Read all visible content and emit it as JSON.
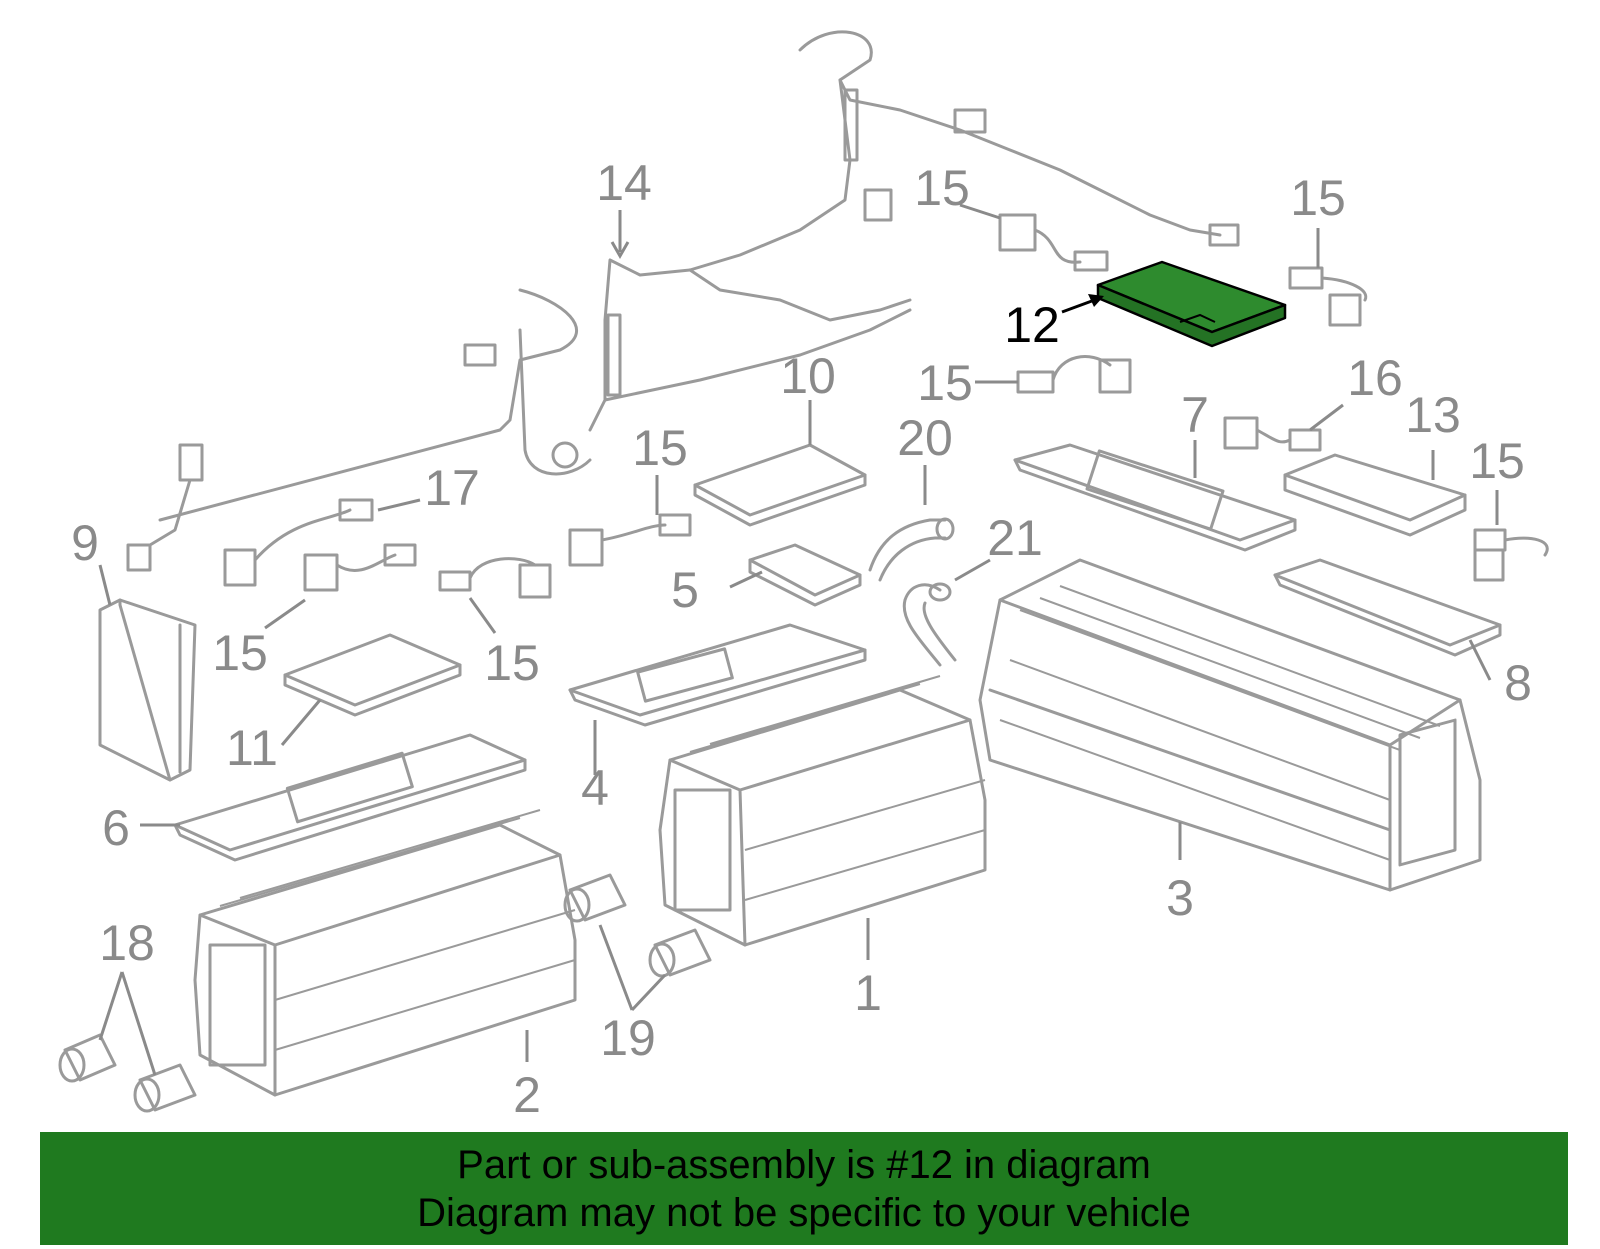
{
  "callouts": [
    {
      "id": "1",
      "label": "1"
    },
    {
      "id": "2",
      "label": "2"
    },
    {
      "id": "3",
      "label": "3"
    },
    {
      "id": "4",
      "label": "4"
    },
    {
      "id": "5",
      "label": "5"
    },
    {
      "id": "6",
      "label": "6"
    },
    {
      "id": "7",
      "label": "7"
    },
    {
      "id": "8",
      "label": "8"
    },
    {
      "id": "9",
      "label": "9"
    },
    {
      "id": "10",
      "label": "10"
    },
    {
      "id": "11",
      "label": "11"
    },
    {
      "id": "12",
      "label": "12"
    },
    {
      "id": "13",
      "label": "13"
    },
    {
      "id": "14",
      "label": "14"
    },
    {
      "id": "15a",
      "label": "15"
    },
    {
      "id": "15b",
      "label": "15"
    },
    {
      "id": "15c",
      "label": "15"
    },
    {
      "id": "15d",
      "label": "15"
    },
    {
      "id": "15e",
      "label": "15"
    },
    {
      "id": "15f",
      "label": "15"
    },
    {
      "id": "15g",
      "label": "15"
    },
    {
      "id": "16",
      "label": "16"
    },
    {
      "id": "17",
      "label": "17"
    },
    {
      "id": "18",
      "label": "18"
    },
    {
      "id": "19",
      "label": "19"
    },
    {
      "id": "20",
      "label": "20"
    },
    {
      "id": "21",
      "label": "21"
    }
  ],
  "highlight": {
    "part": "12",
    "color": "#2e8b2e",
    "stroke": "#000000"
  },
  "banner": {
    "line1": "Part or sub-assembly is #12 in diagram",
    "line2": "Diagram may not be specific to your vehicle",
    "background": "#1f7a1f"
  }
}
